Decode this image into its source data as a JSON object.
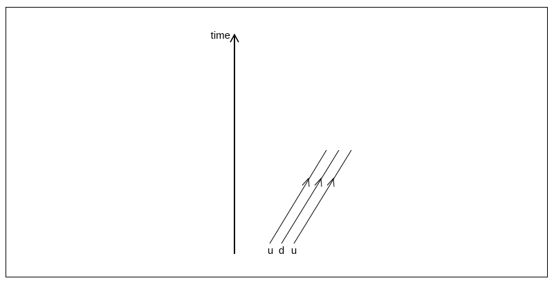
{
  "diagram": {
    "axis_label": "time",
    "quark_labels": [
      "u",
      "d",
      "u"
    ],
    "colors": {
      "ink": "#000000",
      "background": "#ffffff"
    }
  }
}
